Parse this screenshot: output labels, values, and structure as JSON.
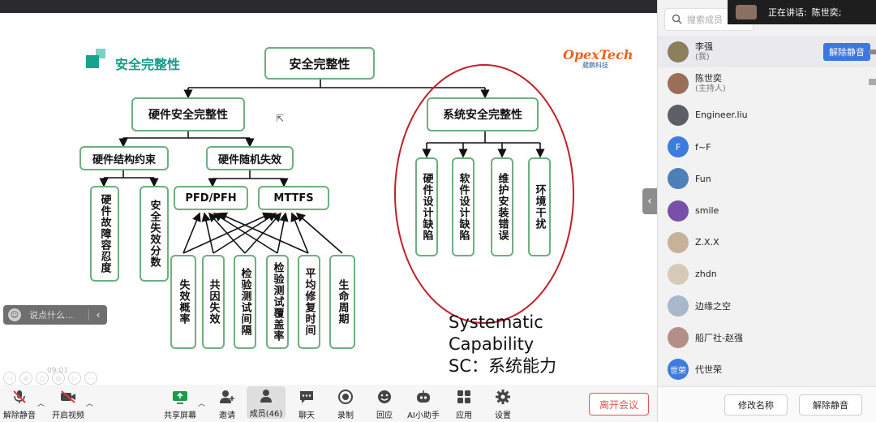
{
  "slide": {
    "header_title": "安全完整性",
    "logo_text": "OpexTech",
    "logo_subtext": "葳鹏科技",
    "root": "安全完整性",
    "hardware": "硬件安全完整性",
    "hw_structure": "硬件结构约束",
    "hw_random": "硬件随机失效",
    "hw_fault_tolerance": "硬件故障容忍度",
    "safe_failure_fraction": "安全失效分数",
    "pfd_pfh": "PFD/PFH",
    "mttfs": "MTTFS",
    "leaves": [
      "失效概率",
      "共因失效",
      "检验测试间隔",
      "检验测试覆盖率",
      "平均修复时间",
      "生命周期"
    ],
    "system": "系统安全完整性",
    "system_leaves": [
      "硬件设计缺陷",
      "软件设计缺陷",
      "维护安装错误",
      "环境干扰"
    ],
    "sc_lines": [
      "Systematic",
      "Capability",
      "SC：系统能力"
    ],
    "chat_placeholder": "说点什么...",
    "ghost_time": "09:01"
  },
  "toolbar": {
    "unmute": "解除静音",
    "start_video": "开启视频",
    "share_screen": "共享屏幕",
    "invite": "邀请",
    "members": "成员(46)",
    "chat": "聊天",
    "record": "录制",
    "replay": "回应",
    "ai_assistant": "AI小助手",
    "apps": "应用",
    "settings": "设置",
    "leave": "离开会议"
  },
  "panel": {
    "search_placeholder": "搜索成员",
    "speaking_label": "正在讲话:",
    "speaking_name": "陈世奕;",
    "unmute_button": "解除静音",
    "rename_button": "修改名称",
    "unmute_all_button": "解除静音",
    "members": [
      {
        "name": "李强",
        "sub": "(我)"
      },
      {
        "name": "陈世奕",
        "sub": "(主持人)"
      },
      {
        "name": "Engineer.liu"
      },
      {
        "name": "f~F",
        "avatar_text": "F"
      },
      {
        "name": "Fun"
      },
      {
        "name": "smile"
      },
      {
        "name": "Z.X.X"
      },
      {
        "name": "zhdn"
      },
      {
        "name": "边缘之空"
      },
      {
        "name": "船厂社-赵强"
      },
      {
        "name": "代世荣",
        "avatar_text": "世荣"
      }
    ]
  },
  "colors": {
    "box_border": "#6fae7e",
    "title_green": "#139c8a",
    "oval_red": "#c0202a",
    "accent_blue": "#3b76e1",
    "leave_red": "#e05555"
  }
}
